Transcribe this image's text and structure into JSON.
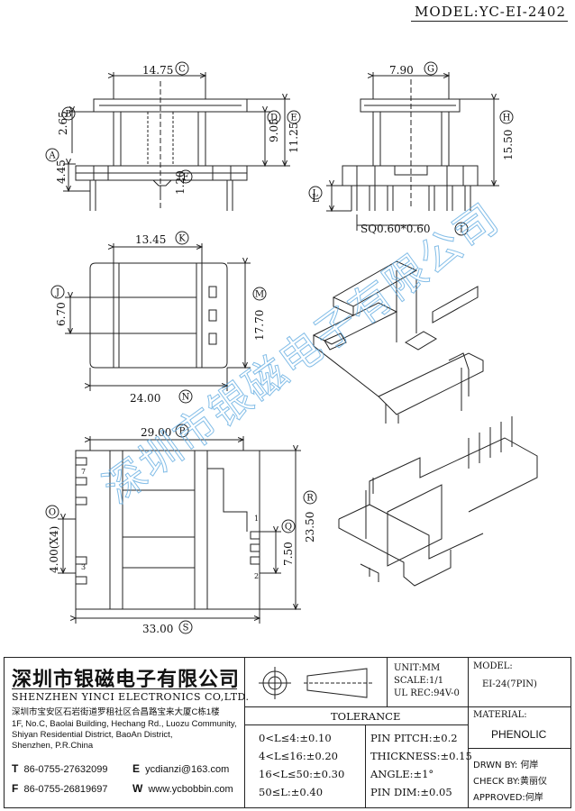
{
  "model": "MODEL:YC-EI-2402",
  "watermark": "深圳市银磁电子有限公司",
  "dimensions": {
    "C": "14.75",
    "G": "7.90",
    "B": "2.65",
    "D": "9.05",
    "E": "11.25",
    "H": "15.50",
    "A": "4.45",
    "F": "1.20",
    "L": "L",
    "I": "SQ0.60*0.60",
    "K": "13.45",
    "J": "6.70",
    "M": "17.70",
    "N": "24.00",
    "P": "29.00",
    "O": "4.00(X4)",
    "R": "23.50",
    "Q": "7.50",
    "S": "33.00"
  },
  "circle_labels": [
    "A",
    "B",
    "C",
    "D",
    "E",
    "F",
    "G",
    "H",
    "I",
    "J",
    "K",
    "L",
    "M",
    "N",
    "O",
    "P",
    "Q",
    "R",
    "S"
  ],
  "pin_numbers": [
    "7",
    "1",
    "2",
    "3"
  ],
  "title_block": {
    "company_cn": "深圳市银磁电子有限公司",
    "company_en": "SHENZHEN YINCI ELECTRONICS CO,LTD.",
    "address_cn": "深圳市宝安区石岩街道罗租社区合昌路宝来大厦C栋1楼",
    "address_en_1": "1F, No.C, Baolai Building, Hechang Rd., Luozu Community,",
    "address_en_2": "Shiyan Residential District, BaoAn District,",
    "address_en_3": "Shenzhen, P.R.China",
    "t_label": "T",
    "tel": "86-0755-27632099",
    "f_label": "F",
    "fax": "86-0755-26819697",
    "e_label": "E",
    "email": "ycdianzi@163.com",
    "w_label": "W",
    "web": "www.ycbobbin.com",
    "unit": "UNIT:MM",
    "scale": "SCALE:1/1",
    "ul": "UL REC:94V-0",
    "tolerance_title": "TOLERANCE",
    "tolerances": [
      "0<L≤4:±0.10",
      "4<L≤16:±0.20",
      "16<L≤50:±0.30",
      "50≤L:±0.40"
    ],
    "pin_tolerances": [
      "PIN PITCH:±0.2",
      "THICKNESS:±0.15",
      "ANGLE:±1°",
      "PIN DIM:±0.05"
    ],
    "model_label": "MODEL:",
    "model_value": "EI-24(7PIN)",
    "material_label": "MATERIAL:",
    "material_value": "PHENOLIC",
    "drawn_by": "DRWN BY: 何岸",
    "check_by": "CHECK BY:黄丽仪",
    "approved": "APPROVED:何岸"
  }
}
